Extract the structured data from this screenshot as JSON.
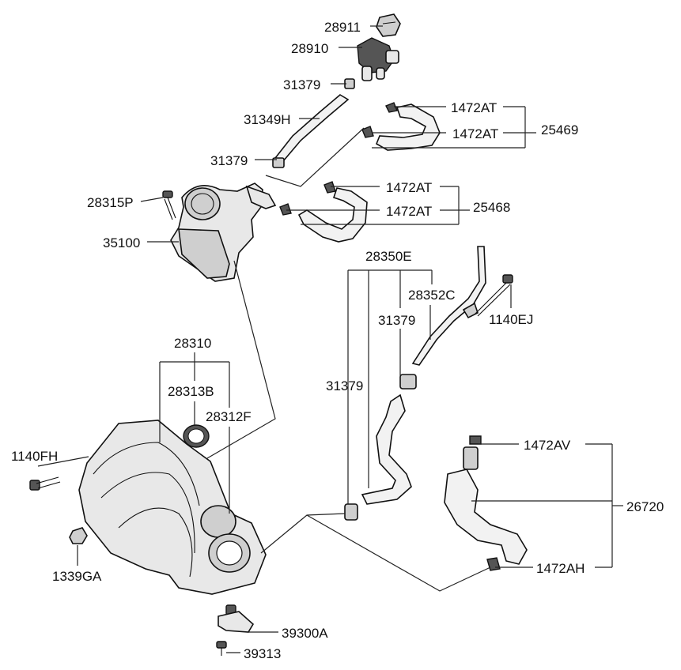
{
  "labels": {
    "p28911": "28911",
    "p28910": "28910",
    "p31379_top": "31379",
    "p31349H": "31349H",
    "p31379_mid": "31379",
    "p1472AT_1": "1472AT",
    "p1472AT_2": "1472AT",
    "p25469": "25469",
    "p1472AT_3": "1472AT",
    "p1472AT_4": "1472AT",
    "p25468": "25468",
    "p28315P": "28315P",
    "p35100": "35100",
    "p28350E": "28350E",
    "p28352C": "28352C",
    "p31379_right": "31379",
    "p1140EJ": "1140EJ",
    "p28310": "28310",
    "p28313B": "28313B",
    "p28312F": "28312F",
    "p31379_left": "31379",
    "p1140FH": "1140FH",
    "p1472AV": "1472AV",
    "p26720": "26720",
    "p1339GA": "1339GA",
    "p1472AH": "1472AH",
    "p39300A": "39300A",
    "p39313": "39313"
  }
}
